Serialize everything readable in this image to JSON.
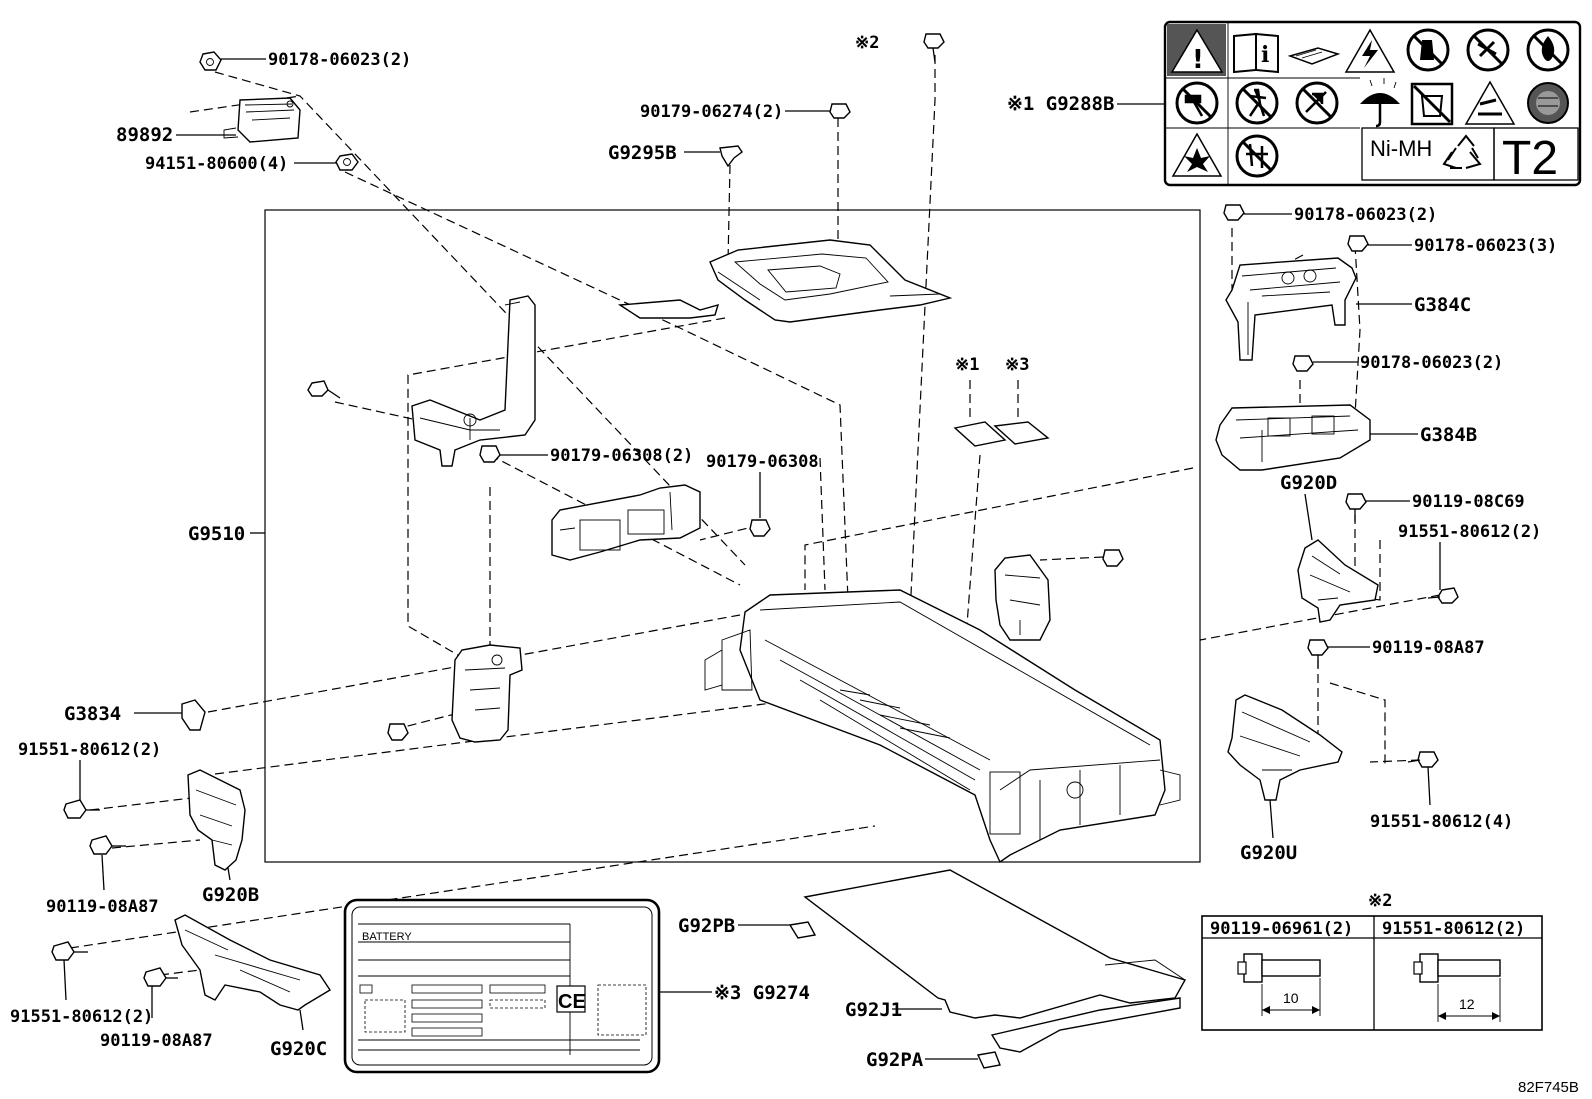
{
  "diagram_code": "82F745B",
  "callouts": {
    "c_90178_06023_2_a": "90178-06023(2)",
    "c_89892": "89892",
    "c_94151_80600_4": "94151-80600(4)",
    "c_mark2_top": "※2",
    "c_90179_06274_2": "90179-06274(2)",
    "c_G9295B": "G9295B",
    "c_mark1_G9288B": "※1 G9288B",
    "c_90178_06023_2_b": "90178-06023(2)",
    "c_90178_06023_3": "90178-06023(3)",
    "c_G384C": "G384C",
    "c_90178_06023_2_c": "90178-06023(2)",
    "c_G384B": "G384B",
    "c_mark1_small": "※1",
    "c_mark3_small": "※3",
    "c_90179_06308_2": "90179-06308(2)",
    "c_90179_06308": "90179-06308",
    "c_G9510": "G9510",
    "c_G920D": "G920D",
    "c_90119_08C69": "90119-08C69",
    "c_91551_80612_2_right": "91551-80612(2)",
    "c_90119_08A87_right": "90119-08A87",
    "c_G3834": "G3834",
    "c_91551_80612_2_left": "91551-80612(2)",
    "c_90119_08A87_left": "90119-08A87",
    "c_G920B": "G920B",
    "c_G920U": "G920U",
    "c_91551_80612_4": "91551-80612(4)",
    "c_91551_80612_2_bottom": "91551-80612(2)",
    "c_90119_08A87_bottom": "90119-08A87",
    "c_G920C": "G920C",
    "c_G92PB": "G92PB",
    "c_mark3_G9274": "※3 G9274",
    "c_G92J1": "G92J1",
    "c_G92PA": "G92PA"
  },
  "warning_label": {
    "chemistry": "Ni-MH",
    "class": "T2"
  },
  "battery_label": {
    "title": "BATTERY",
    "ce_mark": "CE"
  },
  "bolt_table": {
    "note": "※2",
    "col1_part": "90119-06961(2)",
    "col1_length": "10",
    "col2_part": "91551-80612(2)",
    "col2_length": "12"
  },
  "icons": [
    "warning-triangle-icon",
    "read-manual-icon",
    "service-manual-icon",
    "high-voltage-icon",
    "no-touch-icon",
    "no-disassemble-icon",
    "no-fire-icon",
    "no-hammer-icon",
    "no-walk-icon",
    "no-short-circuit-icon",
    "keep-dry-umbrella-icon",
    "no-trash-icon",
    "corrosive-icon",
    "no-immerse-icon",
    "explosion-icon",
    "no-children-icon",
    "recycle-icon"
  ]
}
